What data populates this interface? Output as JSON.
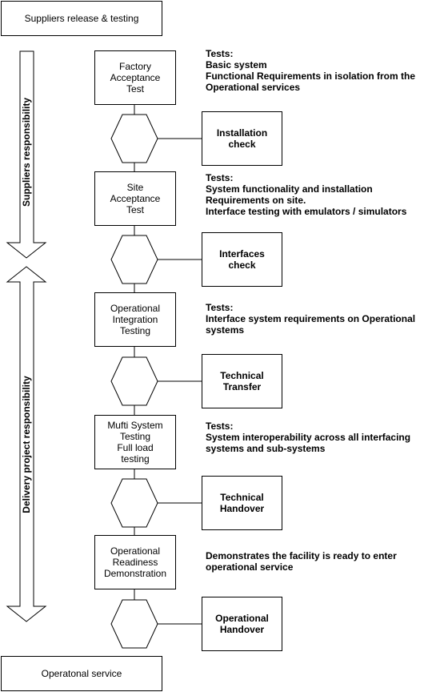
{
  "header": {
    "title": "Suppliers release & testing"
  },
  "footer": {
    "title": "Operatonal service"
  },
  "responsibility": {
    "suppliers": "Suppliers  responsibility",
    "delivery": "Delivery  project  responsibility"
  },
  "stages": [
    {
      "label": "Factory\nAcceptance\nTest",
      "description": "Tests:\nBasic system\nFunctional Requirements in isolation from the\nOperational services"
    },
    {
      "label": "Site\nAcceptance\nTest",
      "description": "Tests:\nSystem functionality and installation\nRequirements on site.\nInterface testing with emulators / simulators"
    },
    {
      "label": "Operational\nIntegration\nTesting",
      "description": "Tests:\nInterface system requirements on Operational\nsystems"
    },
    {
      "label": "Mufti System\nTesting\nFull load\ntesting",
      "description": "Tests:\nSystem interoperability across all interfacing\nsystems and sub-systems"
    },
    {
      "label": "Operational\nReadiness\nDemonstration",
      "description": "Demonstrates the facility is ready to enter\noperational service"
    }
  ],
  "checks": [
    {
      "label": "Installation\ncheck"
    },
    {
      "label": "Interfaces\ncheck"
    },
    {
      "label": "Technical\nTransfer"
    },
    {
      "label": "Technical\nHandover"
    },
    {
      "label": "Operational\nHandover"
    }
  ]
}
